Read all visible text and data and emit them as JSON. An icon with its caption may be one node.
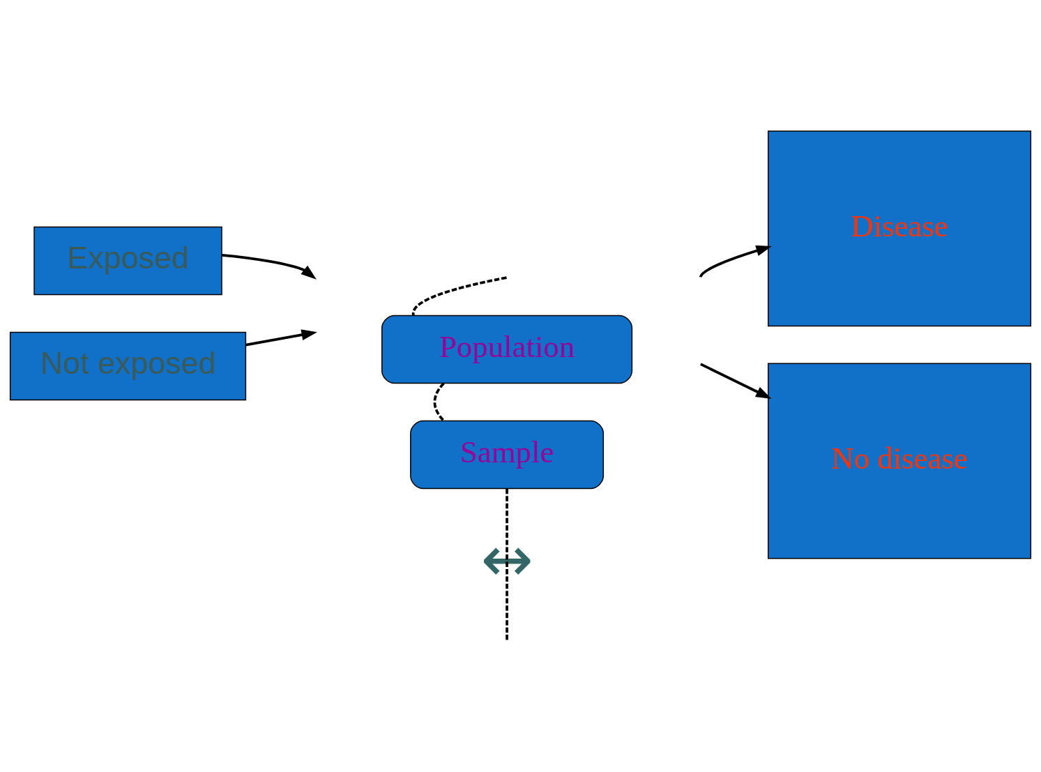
{
  "diagram": {
    "nodes": [
      {
        "text": [
          "Population"
        ]
      },
      {
        "text": [
          "Sample"
        ]
      },
      {
        "text": [
          "Exposed"
        ]
      },
      {
        "text": [
          "Not exposed"
        ]
      },
      {
        "text": [
          "Disease"
        ]
      },
      {
        "text": [
          "No disease"
        ]
      }
    ],
    "edges": [
      {
        "from": null,
        "to": 0,
        "arrow": "none",
        "style": "dashed"
      },
      {
        "from": 0,
        "to": 1,
        "arrow": "none",
        "style": "dashed"
      },
      {
        "from": 1,
        "to": null,
        "arrow": "none",
        "style": "dashed"
      },
      {
        "from": 2,
        "to": null,
        "arrow": "to"
      },
      {
        "from": 3,
        "to": null,
        "arrow": "to"
      },
      {
        "from": null,
        "to": 4,
        "arrow": "to"
      },
      {
        "from": null,
        "to": 5,
        "arrow": "to"
      }
    ],
    "labels": [
      "↔"
    ]
  }
}
